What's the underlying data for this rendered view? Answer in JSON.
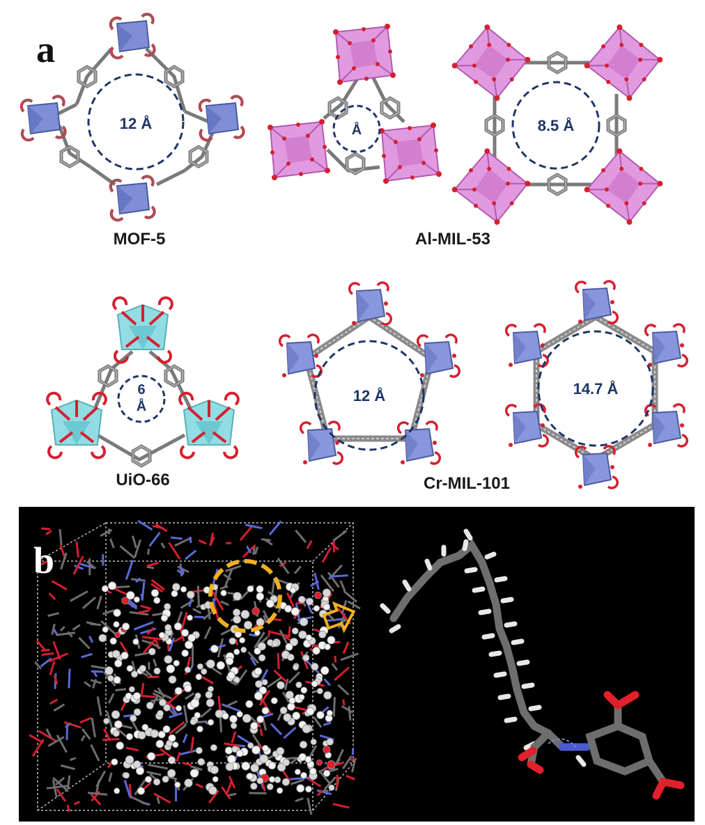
{
  "panel_a": {
    "letter": "a",
    "structures": [
      {
        "name": "MOF-5",
        "pore": "12 Å"
      },
      {
        "name": "Al-MIL-53",
        "pores": [
          "Å",
          "8.5 Å"
        ]
      },
      {
        "name": "UiO-66",
        "pore_lines": [
          "6",
          "Å"
        ]
      },
      {
        "name": "Cr-MIL-101",
        "pores": [
          "12 Å",
          "14.7 Å"
        ]
      }
    ]
  },
  "panel_b": {
    "letter": "b"
  },
  "colors": {
    "pore_outline": "#1f3566",
    "linker": "#808080",
    "oxygen": "#e0202a",
    "zn_polyhedra": "#7f8ed6",
    "al_polyhedra": "#dd8ddb",
    "zr_polyhedra": "#86dae0",
    "cr_polyhedra": "#8896dc",
    "highlight": "#f0b020",
    "nitrogen": "#4a5ad0"
  }
}
